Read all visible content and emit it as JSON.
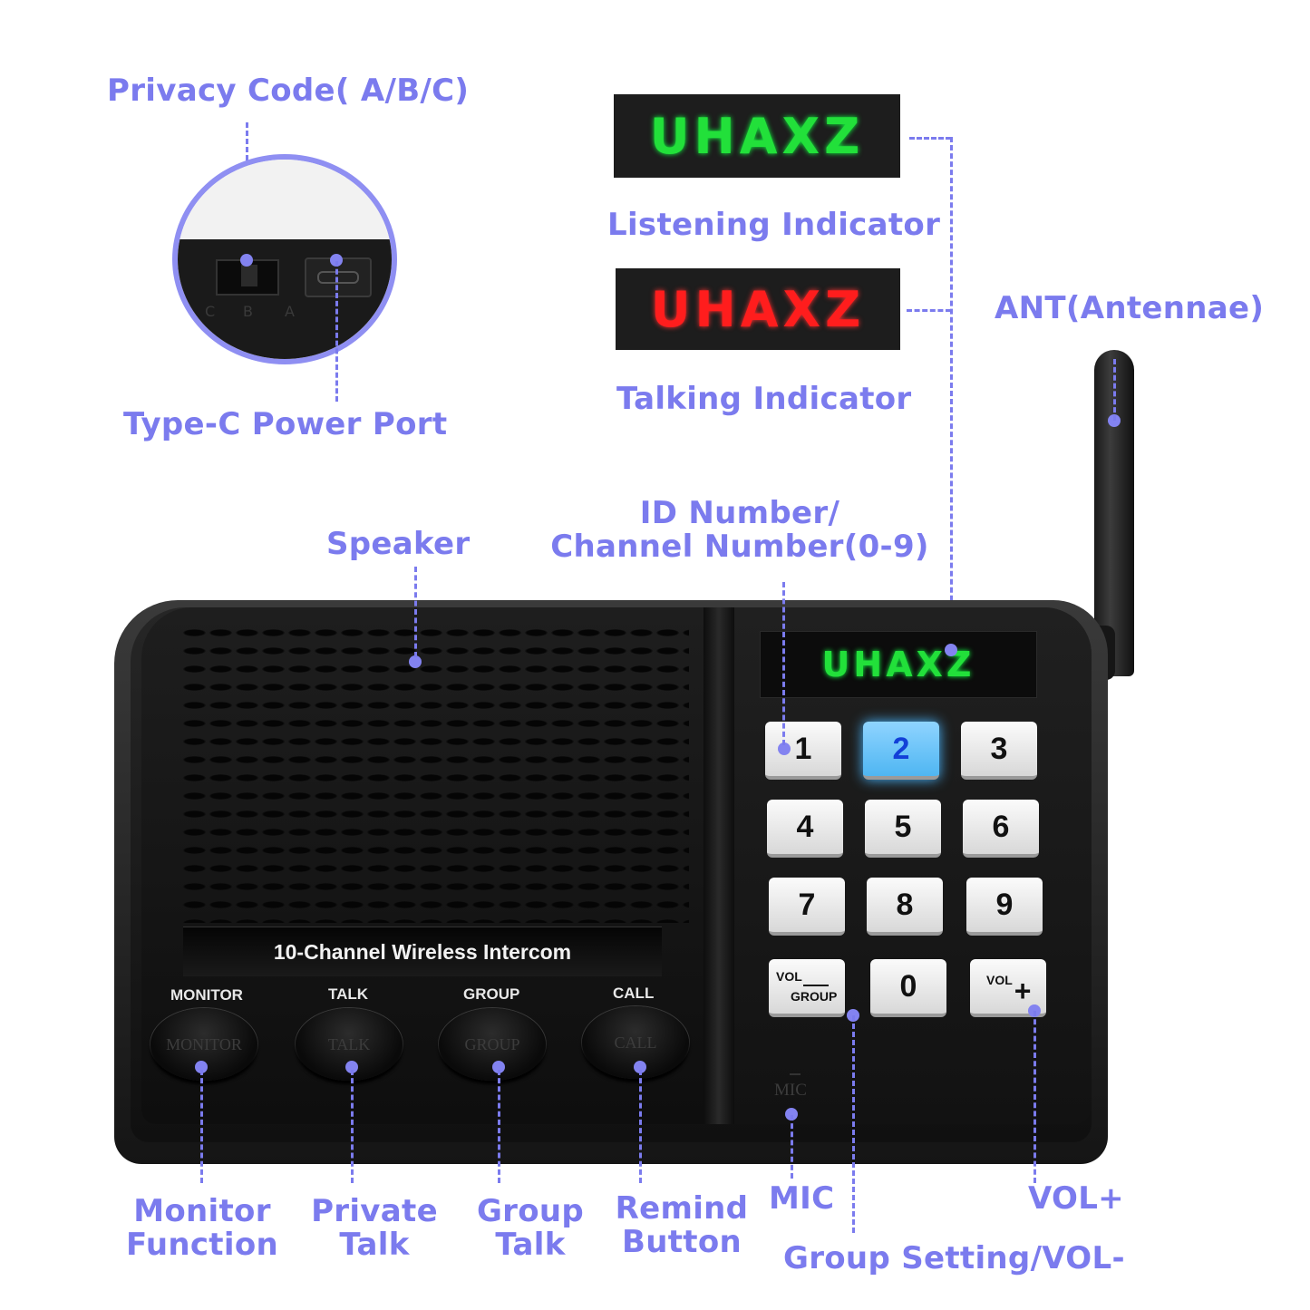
{
  "labels": {
    "privacy_code": "Privacy Code( A/B/C)",
    "type_c": "Type-C Power Port",
    "listening": "Listening Indicator",
    "talking": "Talking Indicator",
    "antenna": "ANT(Antennae)",
    "speaker": "Speaker",
    "id_line1": "ID Number/",
    "id_line2": "Channel Number(0-9)",
    "monitor_l1": "Monitor",
    "monitor_l2": "Function",
    "private_l1": "Private",
    "private_l2": "Talk",
    "group_l1": "Group",
    "group_l2": "Talk",
    "remind_l1": "Remind",
    "remind_l2": "Button",
    "mic": "MIC",
    "group_setting": "Group Setting/VOL-",
    "vol_plus": "VOL+"
  },
  "brand": "UHAXZ",
  "switch_positions": [
    "C",
    "B",
    "A"
  ],
  "device": {
    "name_strip": "10-Channel Wireless Intercom",
    "buttons": [
      {
        "top": "MONITOR",
        "face": "MONITOR"
      },
      {
        "top": "TALK",
        "face": "TALK"
      },
      {
        "top": "GROUP",
        "face": "GROUP"
      },
      {
        "top": "CALL",
        "face": "CALL"
      }
    ],
    "keypad": [
      "1",
      "2",
      "3",
      "4",
      "5",
      "6",
      "7",
      "8",
      "9",
      "0"
    ],
    "key_vol_minus_top": "VOL",
    "key_vol_minus_bottom": "GROUP",
    "key_vol_plus_top": "VOL",
    "key_vol_plus_symbol": "+",
    "mic_label": "MIC",
    "active_key": "2"
  },
  "colors": {
    "label": "#7b7bee",
    "listening_led": "#22e03a",
    "talking_led": "#ff1d1d",
    "active_key": "#4fb6f2"
  }
}
